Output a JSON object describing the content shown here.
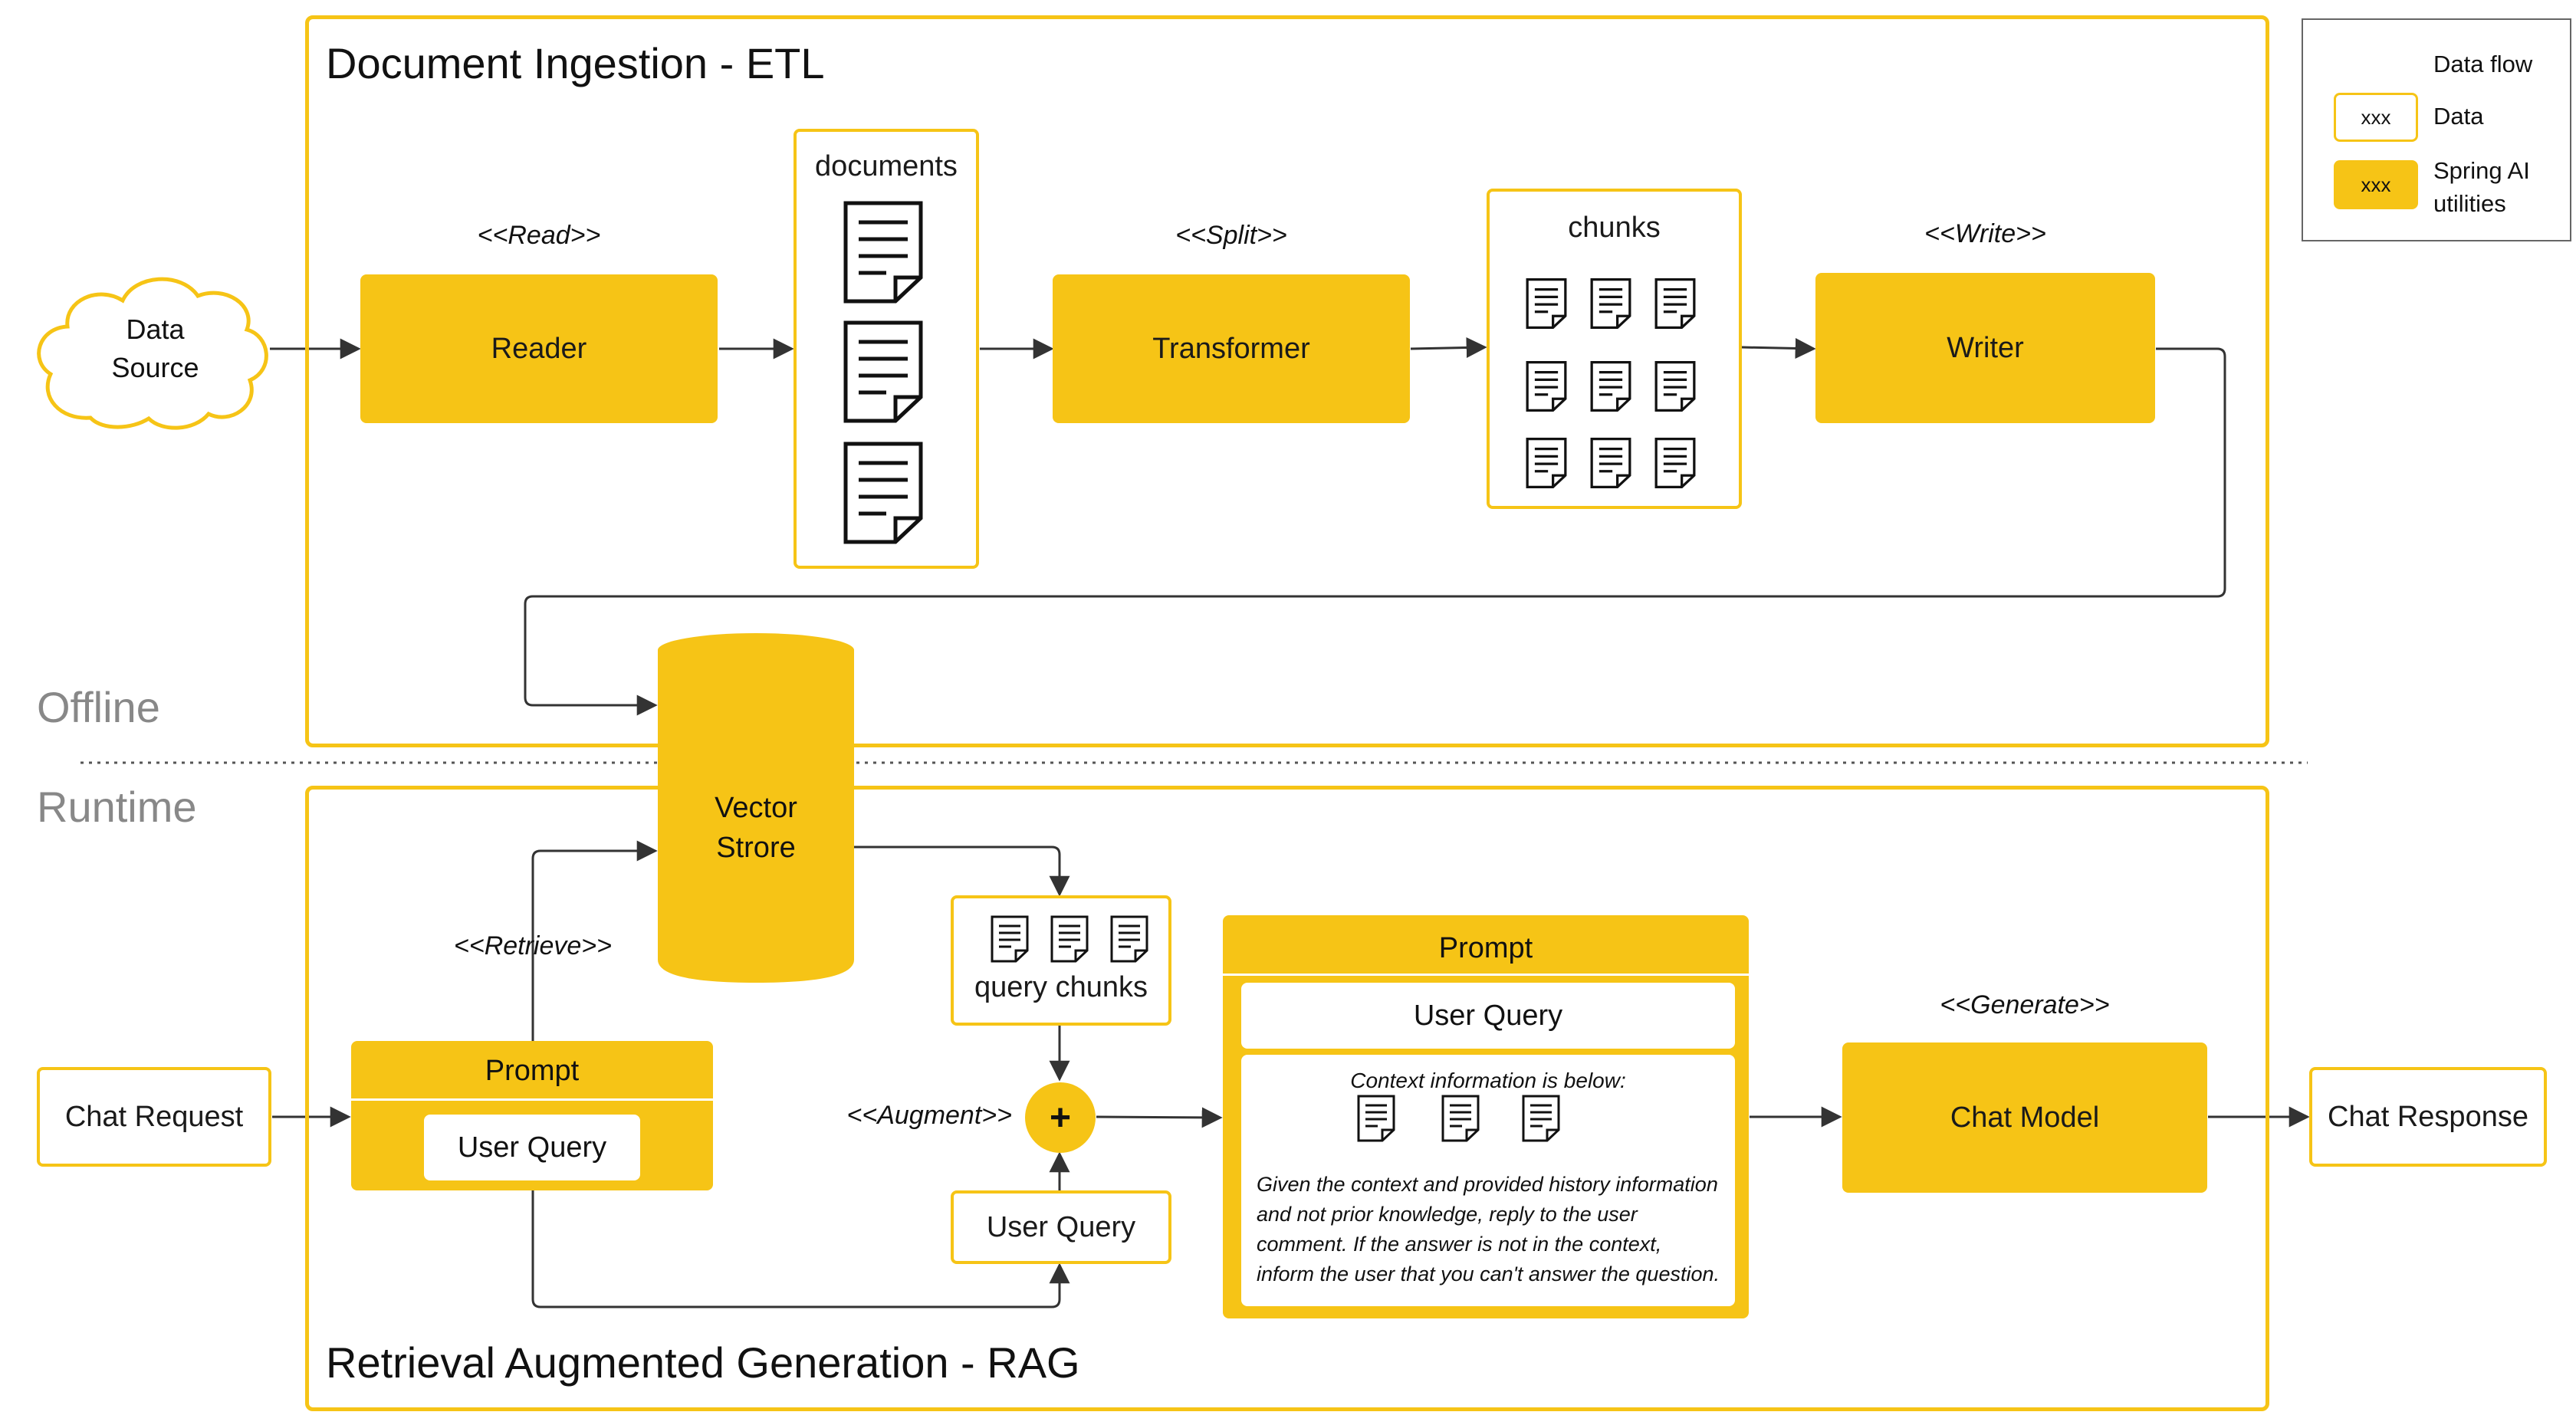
{
  "offline_label": "Offline",
  "runtime_label": "Runtime",
  "etl": {
    "title": "Document Ingestion - ETL",
    "data_source": [
      "Data",
      "Source"
    ],
    "read_stereo": "<<Read>>",
    "reader": "Reader",
    "documents_label": "documents",
    "split_stereo": "<<Split>>",
    "transformer": "Transformer",
    "chunks_label": "chunks",
    "write_stereo": "<<Write>>",
    "writer": "Writer"
  },
  "vector_store": [
    "Vector",
    "Strore"
  ],
  "rag": {
    "title": "Retrieval Augmented Generation - RAG",
    "chat_request": "Chat Request",
    "retrieve_stereo": "<<Retrieve>>",
    "prompt_left_title": "Prompt",
    "prompt_left_query": "User Query",
    "query_chunks": "query chunks",
    "augment_stereo": "<<Augment>>",
    "plus": "+",
    "user_query_box": "User Query",
    "prompt_main_title": "Prompt",
    "prompt_main_query": "User Query",
    "context_header": "Context information is below:",
    "context_body": "Given the context and provided history information and not prior knowledge, reply to the user comment. If the answer is not in the context, inform the user that you can't answer the question.",
    "generate_stereo": "<<Generate>>",
    "chat_model": "Chat Model",
    "chat_response": "Chat Response"
  },
  "legend": {
    "data_flow": "Data flow",
    "data_sample": "xxx",
    "data": "Data",
    "spring_sample": "xxx",
    "spring": [
      "Spring AI",
      "utilities"
    ]
  },
  "colors": {
    "accent_yellow": "#f6c416",
    "line": "#333333",
    "side_label_gray": "#888888"
  }
}
